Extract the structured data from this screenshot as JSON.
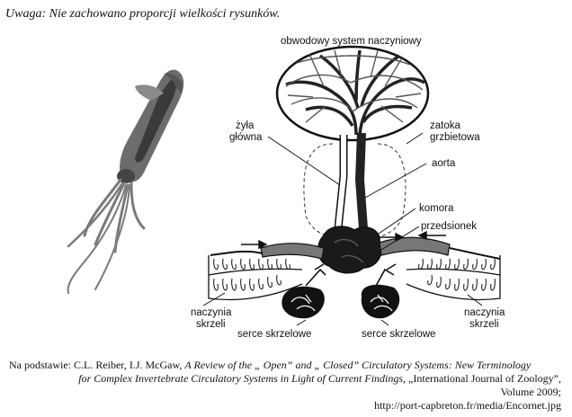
{
  "note": "Uwaga: Nie zachowano proporcji wielkości rysunków.",
  "labels": {
    "capillaries": "obwodowy system naczyniowy",
    "vein_1": "żyła",
    "vein_2": "główna",
    "sinus_1": "zatoka",
    "sinus_2": "grzbietowa",
    "aorta": "aorta",
    "ventricle": "komora",
    "atrium": "przedsionek",
    "gills_left_1": "naczynia",
    "gills_left_2": "skrzeli",
    "gills_right_1": "naczynia",
    "gills_right_2": "skrzeli",
    "gill_heart_left": "serce skrzelowe",
    "gill_heart_right": "serce skrzelowe"
  },
  "caption": {
    "prefix": "Na podstawie: C.L. Reiber, I.J. McGaw, ",
    "title_1": "A Review of the „ Open” and „ Closed” Circulatory Systems: New Terminology",
    "title_2": "for Complex Invertebrate Circulatory Systems in Light of Current Findings",
    "journal": ", „International Journal of Zoology”,",
    "volume": "Volume 2009;",
    "url": "http://port-capbreton.fr/media/Encornet.jpg"
  }
}
